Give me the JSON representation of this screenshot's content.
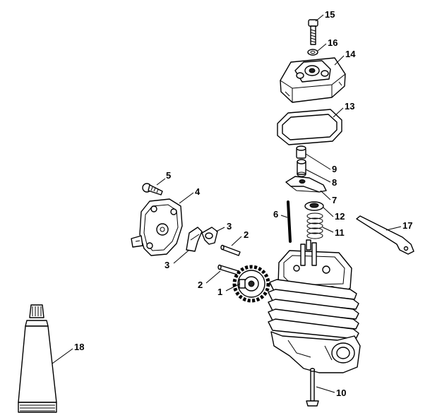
{
  "callouts": [
    {
      "id": "p1",
      "label": "1"
    },
    {
      "id": "p2a",
      "label": "2"
    },
    {
      "id": "p2b",
      "label": "2"
    },
    {
      "id": "p3a",
      "label": "3"
    },
    {
      "id": "p3b",
      "label": "3"
    },
    {
      "id": "p4",
      "label": "4"
    },
    {
      "id": "p5",
      "label": "5"
    },
    {
      "id": "p6",
      "label": "6"
    },
    {
      "id": "p7",
      "label": "7"
    },
    {
      "id": "p8",
      "label": "8"
    },
    {
      "id": "p9",
      "label": "9"
    },
    {
      "id": "p10",
      "label": "10"
    },
    {
      "id": "p11",
      "label": "11"
    },
    {
      "id": "p12",
      "label": "12"
    },
    {
      "id": "p13",
      "label": "13"
    },
    {
      "id": "p14",
      "label": "14"
    },
    {
      "id": "p15",
      "label": "15"
    },
    {
      "id": "p16",
      "label": "16"
    },
    {
      "id": "p17",
      "label": "17"
    },
    {
      "id": "p18",
      "label": "18"
    }
  ]
}
